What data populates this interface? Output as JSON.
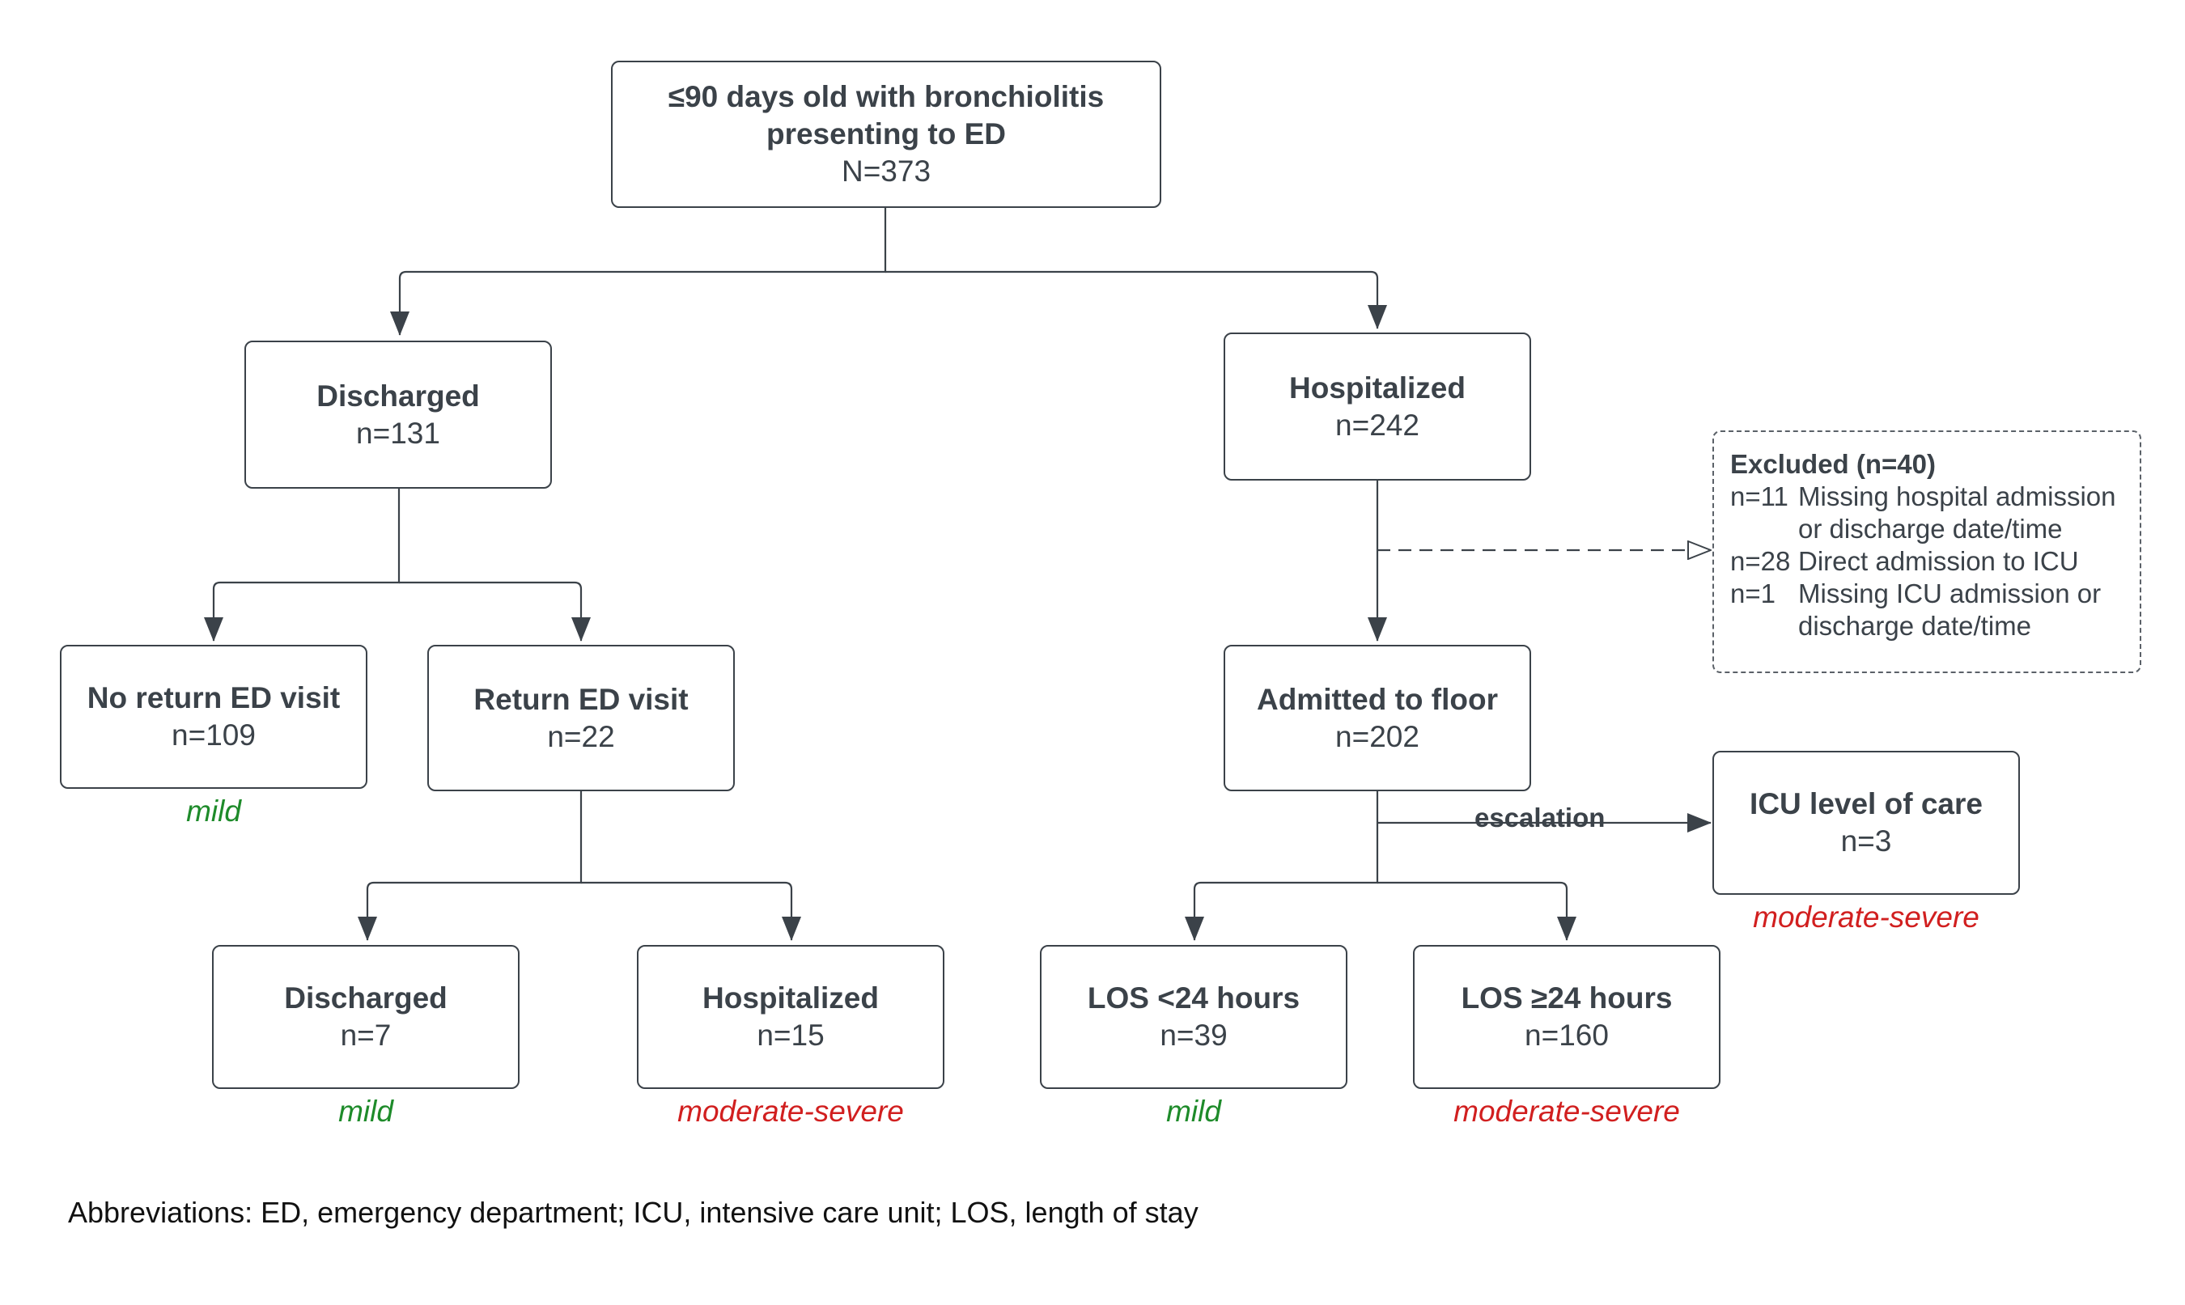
{
  "root": {
    "title_line1": "≤90 days old with bronchiolitis",
    "title_line2": "presenting to ED",
    "count": "N=373"
  },
  "discharged": {
    "title": "Discharged",
    "count": "n=131"
  },
  "hospitalized": {
    "title": "Hospitalized",
    "count": "n=242"
  },
  "no_return": {
    "title": "No return ED visit",
    "count": "n=109",
    "severity": "mild"
  },
  "return_ed": {
    "title": "Return ED visit",
    "count": "n=22"
  },
  "return_discharged": {
    "title": "Discharged",
    "count": "n=7",
    "severity": "mild"
  },
  "return_hospitalized": {
    "title": "Hospitalized",
    "count": "n=15",
    "severity": "moderate-severe"
  },
  "floor": {
    "title": "Admitted to floor",
    "count": "n=202"
  },
  "los_short": {
    "title": "LOS <24 hours",
    "count": "n=39",
    "severity": "mild"
  },
  "los_long": {
    "title": "LOS ≥24 hours",
    "count": "n=160",
    "severity": "moderate-severe"
  },
  "icu": {
    "title": "ICU level of care",
    "count": "n=3",
    "severity": "moderate-severe"
  },
  "escalation_label": "escalation",
  "excluded": {
    "title": "Excluded (n=40)",
    "items": [
      {
        "n": "n=11",
        "line1": "Missing hospital admission",
        "line2": "or discharge date/time"
      },
      {
        "n": "n=28",
        "line1": "Direct admission to ICU",
        "line2": ""
      },
      {
        "n": "n=1",
        "line1": "Missing ICU admission or",
        "line2": "discharge date/time"
      }
    ]
  },
  "abbreviations": "Abbreviations: ED, emergency department; ICU, intensive care unit; LOS, length of stay",
  "colors": {
    "box_border": "#3b4249",
    "mild": "#1e8b2a",
    "moderate_severe": "#d11f1f"
  }
}
